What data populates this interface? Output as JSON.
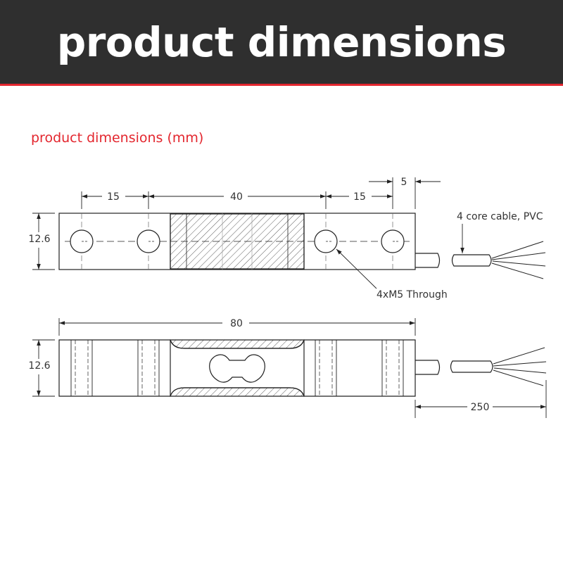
{
  "header": {
    "title": "product dimensions"
  },
  "section": {
    "subtitle": "product dimensions (mm)"
  },
  "colors": {
    "banner": "#2f2f2f",
    "accent": "#e3262e",
    "line": "#222222",
    "text": "#333333"
  },
  "dimensions": {
    "top_hole_spacing_left": "15",
    "top_center_span": "40",
    "top_hole_spacing_right": "15",
    "cable_offset": "5",
    "height_top_view": "12.6",
    "overall_length": "80",
    "height_side_view": "12.6",
    "cable_length": "250"
  },
  "annotations": {
    "cable": "4 core cable, PVC",
    "holes": "4xM5 Through"
  }
}
